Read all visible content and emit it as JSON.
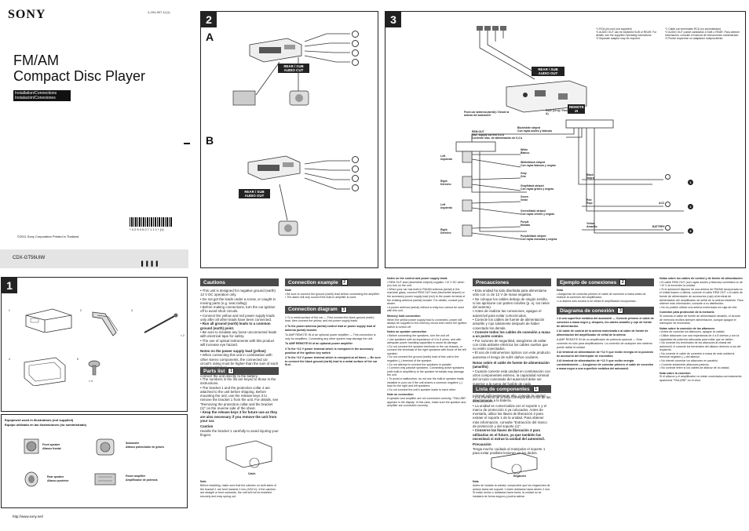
{
  "brand": "SONY",
  "doc_code": "4-294-507-11(1)",
  "title_line1": "FM/AM",
  "title_line2": "Compact Disc Player",
  "install_en": "Installation/Connections",
  "install_es": "Instalación/Conexiones",
  "barcode_text": "* 4 2 9 4 5 0 7 1 1 1 *  (1)",
  "copyright": "©2011 Sony Corporation   Printed in Thailand",
  "model": "CDX-GT56UIW",
  "model_marks": "▌▌▌▌",
  "panel1_num": "1",
  "panel2_num": "2",
  "panel3_num": "3",
  "panel2_a": "A",
  "panel2_b": "B",
  "parts_nums": [
    "1",
    "2",
    "3",
    "4",
    "5"
  ],
  "part3_note": "× 2",
  "part5_note": "× 4",
  "equipment_title_en": "Equipment used in illustrations (not supplied)",
  "equipment_title_es": "Equipo utilizado en las ilustraciones (no suministrado)",
  "equipment": [
    {
      "en": "Front speaker",
      "es": "Altavoz frontal"
    },
    {
      "en": "Subwoofer",
      "es": "Altavoz potenciador de graves"
    },
    {
      "en": "Rear speaker",
      "es": "Altavoz posterior"
    },
    {
      "en": "Power amplifier",
      "es": "Amplificador de potencia"
    }
  ],
  "rear_sub": "REAR / SUB AUDIO OUT",
  "remote_in": "REMOTE IN",
  "panel3_notes_en": [
    "*1 RCA pin cord (not supplied)",
    "*2 AUDIO OUT can be switched SUB or REAR. For details, see the supplied Operating Instructions.",
    "*3 Separate adaptor may be required."
  ],
  "panel3_notes_es": [
    "*1 Cable con terminales RCA (no suministrado)",
    "*2 AUDIO OUT puede cambiarse a SUB o REAR. Para obtener información, consulte el manual de instrucciones suministrado.",
    "*3 Puede requerirse un adaptador independiente."
  ],
  "antenna": "From car antenna (aerial) / Desde la antena del automóvil",
  "fuse": "Fuse (10 A) / Fusible (10 A)",
  "wire_labels": {
    "blue_white": "Blue/white striped",
    "blue_white_es": "Con rayas azules y blancas",
    "rear_out": "REM OUT",
    "max_supply": "Max. supply current 0.4 A",
    "max_supply_es": "Corriente máx. de alimentación de 0,4 A",
    "white": "White",
    "white_es": "Blanco",
    "white_black": "White/black striped",
    "white_black_es": "Con rayas blancas y negras",
    "gray": "Gray",
    "gray_es": "Gris",
    "gray_black": "Gray/black striped",
    "gray_black_es": "Con rayas grises y negras",
    "green": "Green",
    "green_es": "Verde",
    "green_black": "Green/black striped",
    "green_black_es": "Con rayas verdes y negras",
    "purple": "Purple",
    "purple_es": "Morado",
    "purple_black": "Purple/black striped",
    "purple_black_es": "Con rayas moradas y negras",
    "black": "Black",
    "black_es": "Negro",
    "red": "Red",
    "red_es": "Rojo",
    "yellow": "Yellow",
    "yellow_es": "Amarillo",
    "acc": "ACC",
    "battery": "BATTERY"
  },
  "speaker_side": [
    {
      "en": "Left",
      "es": "Izquierdo"
    },
    {
      "en": "Right",
      "es": "Derecho"
    },
    {
      "en": "Left",
      "es": "Izquierdo"
    },
    {
      "en": "Right",
      "es": "Derecho"
    }
  ],
  "terminals": [
    "1",
    "2",
    "3"
  ],
  "sec_cautions": "Cautions",
  "cautions": [
    "• This unit is designed for negative ground (earth) 12 V DC operation only.",
    "• Do not get the leads under a screw, or caught in moving parts (e.g. seat railing).",
    "• Before making connections, turn the car ignition off to avoid short circuits.",
    "• Connect the yellow and red power supply leads only after all other leads have been connected.",
    "• Run all ground (earth) leads to a common ground (earth) point.",
    "• Be sure to insulate any loose unconnected leads with electrical tape for safety.",
    "• The use of optical instruments with this product will increase eye hazard."
  ],
  "power_lead_title": "Notes on the power supply lead (yellow)",
  "power_lead_notes": [
    "• When connecting this unit in combination with other stereo components, the connected car circuit's rating must be higher than the sum of each component's fuse.",
    "• When no car circuits are rated high enough, connect the unit directly to the battery."
  ],
  "sec_parts": "Parts list",
  "parts_text": [
    "• The numbers in the list are keyed to those in the instructions.",
    "• The bracket 1 and the protection collar 4 are attached to the unit before shipping. Before mounting the unit, use the release keys 3 to remove the bracket 1 from the unit. For details, see \"Removing the protection collar and the bracket (1)\" on the reverse side of the sheet.",
    "• Keep the release keys 3 for future use as they are also necessary if you remove the unit from your car."
  ],
  "caution_label": "Caution",
  "caution_text": "Handle the bracket 1 carefully to avoid injuring your fingers.",
  "catch_label": "Catch",
  "note_label": "Note",
  "catch_note": "Before installing, make sure that the catches on both sides of the bracket 1 are bent inwards 2 mm (3/32 in). If the catches are straight or bent outwards, the unit will not be installed securely and may spring out.",
  "sec_conn_example": "Connection example",
  "conn_example_notes": [
    "• Be sure to connect the ground (earth) lead before connecting the amplifier.",
    "• The alarm will only sound if the built-in amplifier is used."
  ],
  "sec_conn_diagram": "Connection diagram",
  "conn_diagram": [
    "1 To a metal surface of the car — First connect the black ground (earth) lead, then connect the yellow, and red power supply leads.",
    "2 To the power antenna (aerial) control lead or power supply lead of antenna (aerial) booster",
    "To AMP REMOTE IN of an optional power amplifier — This connection is only for amplifiers. Connecting any other system may damage the unit.",
    "To AMP REMOTE IN of an optional power amplifier",
    "3 To the +12 V power terminal which is energized in the accessory position of the ignition key switch",
    "4 To the +12 V power terminal which is energized at all times — Be sure to connect the black ground (earth) lead to a metal surface of the car first."
  ],
  "mid_notes_title": "Notes on the control and power supply leads",
  "mid_notes": [
    "• REM OUT lead (blue/white striped) supplies +12 V DC when you turn on the unit.",
    "• When your car has built-in FM/AM antenna (aerial) in the rear/side glass, connect REM OUT lead (blue/white striped) or the accessory power supply lead (red) to the power terminal of the existing antenna (aerial) booster. For details, consult your dealer.",
    "• A power antenna (aerial) without a relay box cannot be used with this unit."
  ],
  "memory_title": "Memory hold connection",
  "memory_text": "When the yellow power supply lead is connected, power will always be supplied to the memory circuit even when the ignition switch is turned off.",
  "speaker_title": "Notes on speaker connection",
  "speaker_notes": [
    "• Before connecting the speakers, turn the unit off.",
    "• Use speakers with an impedance of 4 to 8 ohms, and with adequate power handling capacities to avoid its damage.",
    "• Do not connect the speaker terminals to the car chassis, or connect the terminals of the right speakers with those of the left speaker.",
    "• Do not connect the ground (earth) lead of this unit to the negative (–) terminal of the speaker.",
    "• Do not attempt to connect the speakers in parallel.",
    "• Connect only passive speakers. Connecting active speakers (with built-in amplifiers) to the speaker terminals may damage the unit.",
    "• To avoid a malfunction, do not use the built-in speaker leads installed in your car if the unit shares a common negative (–) lead for the right and left speakers.",
    "• Do not connect the unit's speaker leads to each other."
  ],
  "conn_title": "Note on connection",
  "conn_text": "If speaker and amplifier are not connected correctly, \"FAILURE\" appears in the display. In this case, make sure the speaker and amplifier are connected correctly.",
  "sec_precauciones": "Precauciones",
  "precauciones": [
    "• Esta unidad ha sido diseñada para alimentarse sólo con cc de 12 V de masa negativa.",
    "• No coloque los cables debajo de ningún tornillo, ni los aprisione con partes móviles (p. ej. los rieles del asiento).",
    "• Antes de realizar las conexiones, apague el automóvil para evitar cortocircuitos.",
    "• Conecte los cables de fuente de alimentación amarillo y rojo solamente después de haber conectado los demás.",
    "• Conecte todos los cables de conexión a masa a un punto común.",
    "• Por razones de seguridad, asegúrese de aislar con cinta aislante eléctrica los cables sueltos que no estén conectados.",
    "• El uso de instrumentos ópticos con este producto aumenta el riesgo de sufrir daños oculares."
  ],
  "alim_title": "Notas sobre el cable de fuente de alimentación (amarillo)",
  "alim_notes": [
    "• Cuando conecte esta unidad en combinación con otros componentes estéreo, la capacidad nominal del circuito conectado del automóvil debe ser superior a la suma del fusible de cada componente.",
    "• Si no hay circuitos del automóvil con capacidad nominal suficientemente alta, conecte la unidad directamente a la batería."
  ],
  "sec_componentes": "Lista de componentes",
  "componentes": [
    "• Los números de la lista corresponden a los de las instrucciones.",
    "• La unidad se comercializa con el soporte 1 y el marco de protección 4 ya colocados. Antes de montarla, utilice las llaves de liberación 3 para extraer el soporte 1 de la unidad. Para obtener más información, consulte \"Extracción del marco de protección y del soporte (1)\".",
    "• Conserve las llaves de liberación 3 para utilizarlas en el futuro, ya que también las necesitará si extrae la unidad del automóvil."
  ],
  "precaucion_label": "Precaución",
  "precaucion_text": "Tenga mucho cuidado al manipular el soporte 1 para evitar posibles lesiones en los dedos.",
  "enganche_label": "Enganche",
  "nota_label": "Nota",
  "enganche_note": "Antes de instalar la unidad, compruebe que los enganches de ambos lados del soporte 1 estén doblados hacia dentro 2 mm. Si están rectos o doblados hacia fuera, la unidad no se instalará de forma segura y podría salirse.",
  "sec_ejemplo": "Ejemplo de conexiones",
  "ejemplo_notas": [
    "• Asegúrese de conectar primero el cable de conexión a masa antes de realizar la conexión del amplificador.",
    "• La alarma sólo sonará si se utiliza el amplificador incorporado."
  ],
  "sec_diagrama": "Diagrama de conexión",
  "diagrama": [
    "1 A una superficie metálica del automóvil — Conecte primero el cable de conexión a masa negro y, después, los cables amarillo y rojo de fuente de alimentación.",
    "2 Al cable de control de la antena motorizada o al cable de fuente de alimentación del amplificador de señal de la antena",
    "A AMP REMOTE IN de un amplificador de potencia opcional — Esta conexión es sólo para amplificadores. La conexión de cualquier otro sistema puede dañar la unidad.",
    "3 Al terminal de alimentación de +12 V que recibe energía en la posición de accesorio del interruptor de encendido",
    "4 Al terminal de alimentación de +12 V que recibe energía constantemente — Asegúrese de conectar primero el cable de conexión a masa negro a una superficie metálica del automóvil."
  ],
  "right_notes_title": "Notas sobre los cables de control y de fuente de alimentación",
  "right_notes": [
    "• El cable REM OUT (con rayas azules y blancas) suministra cc de +12 V al encender la unidad.",
    "• Si el automóvil dispone de una antena de FM/AM incorporada en el cristal trasero o lateral, conecte el cable REM OUT o el cable de fuente de alimentación de accesorios (rojo) al terminal de alimentación del amplificador de señal de la antena existente. Para obtener más información, consulte a su distribuidor.",
    "• No es posible utilizar una antena motorizada sin caja de relé."
  ],
  "memoria_title": "Conexión para protección de la memoria",
  "memoria_text": "Si conecta el cable de fuente de alimentación amarillo, el circuito de memoria recibirá siempre alimentación, aunque apague el interruptor de encendido.",
  "altavoz_title": "Notas sobre la conexión de los altavoces",
  "altavoz_notes": [
    "• Antes de conectar los altavoces, apague la unidad.",
    "• Utilice altavoces con una impedancia de 4 a 8 ohmios y con la capacidad de potencia adecuada para evitar que se dañen.",
    "• No conecte los terminales de los altavoces al chasis del automóvil, ni conecte los terminales del altavoz derecho a los del izquierdo.",
    "• No conecte el cable de conexión a masa de esta unidad al terminal negativo (–) del altavoz.",
    "• No intente conectar los altavoces en paralelo.",
    "• Conecte solamente altavoces pasivos.",
    "• No conecte entre sí los cables de altavoz de la unidad."
  ],
  "conexion_title": "Nota sobre la conexión",
  "conexion_text": "Si el altavoz y el amplificador no están conectados correctamente, aparecerá \"FAILURE\" en el visor.",
  "url": "http://www.sony.net/"
}
